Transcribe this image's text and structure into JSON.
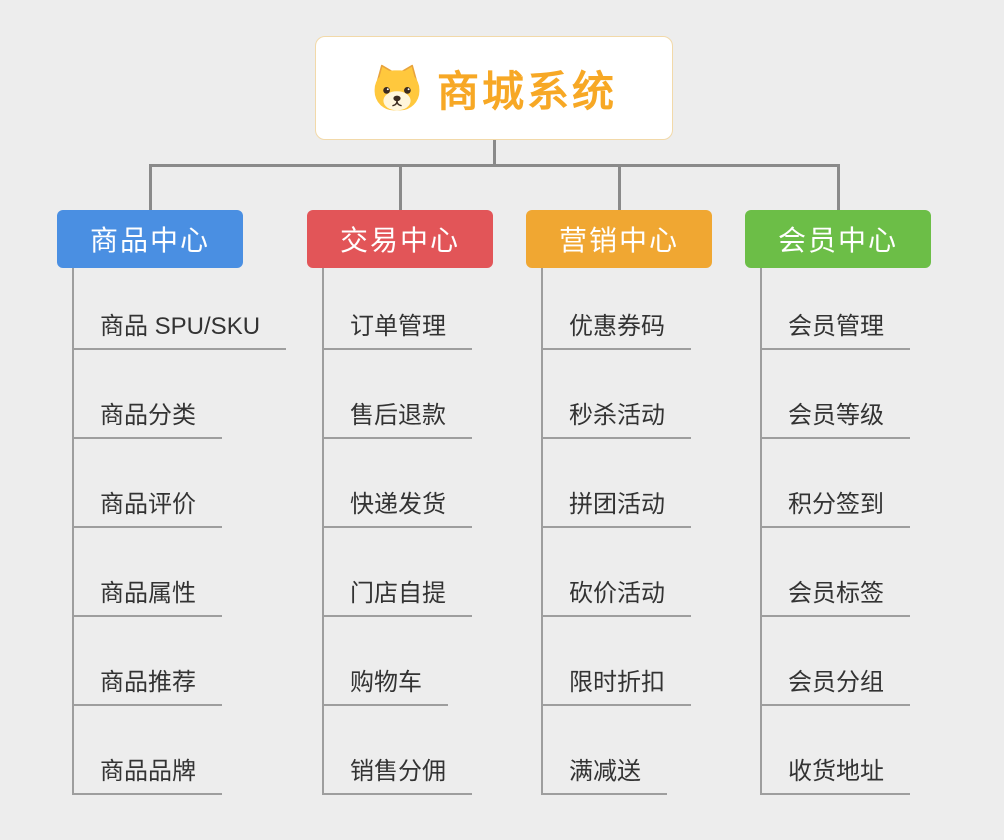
{
  "page": {
    "background": "#ededed"
  },
  "root": {
    "title": "商城系统",
    "title_color": "#F7A825",
    "border_color": "#F2D9A9",
    "icon": "dog-icon"
  },
  "lines": {
    "connector_color": "#8A8A8A",
    "leaf_line_color": "#9E9E9E"
  },
  "branches": [
    {
      "label": "商品中心",
      "color": "#4A8FE2",
      "items": [
        "商品 SPU/SKU",
        "商品分类",
        "商品评价",
        "商品属性",
        "商品推荐",
        "商品品牌"
      ]
    },
    {
      "label": "交易中心",
      "color": "#E25558",
      "items": [
        "订单管理",
        "售后退款",
        "快递发货",
        "门店自提",
        "购物车",
        "销售分佣"
      ]
    },
    {
      "label": "营销中心",
      "color": "#F0A732",
      "items": [
        "优惠券码",
        "秒杀活动",
        "拼团活动",
        "砍价活动",
        "限时折扣",
        "满减送"
      ]
    },
    {
      "label": "会员中心",
      "color": "#6CBE47",
      "items": [
        "会员管理",
        "会员等级",
        "积分签到",
        "会员标签",
        "会员分组",
        "收货地址"
      ]
    }
  ]
}
